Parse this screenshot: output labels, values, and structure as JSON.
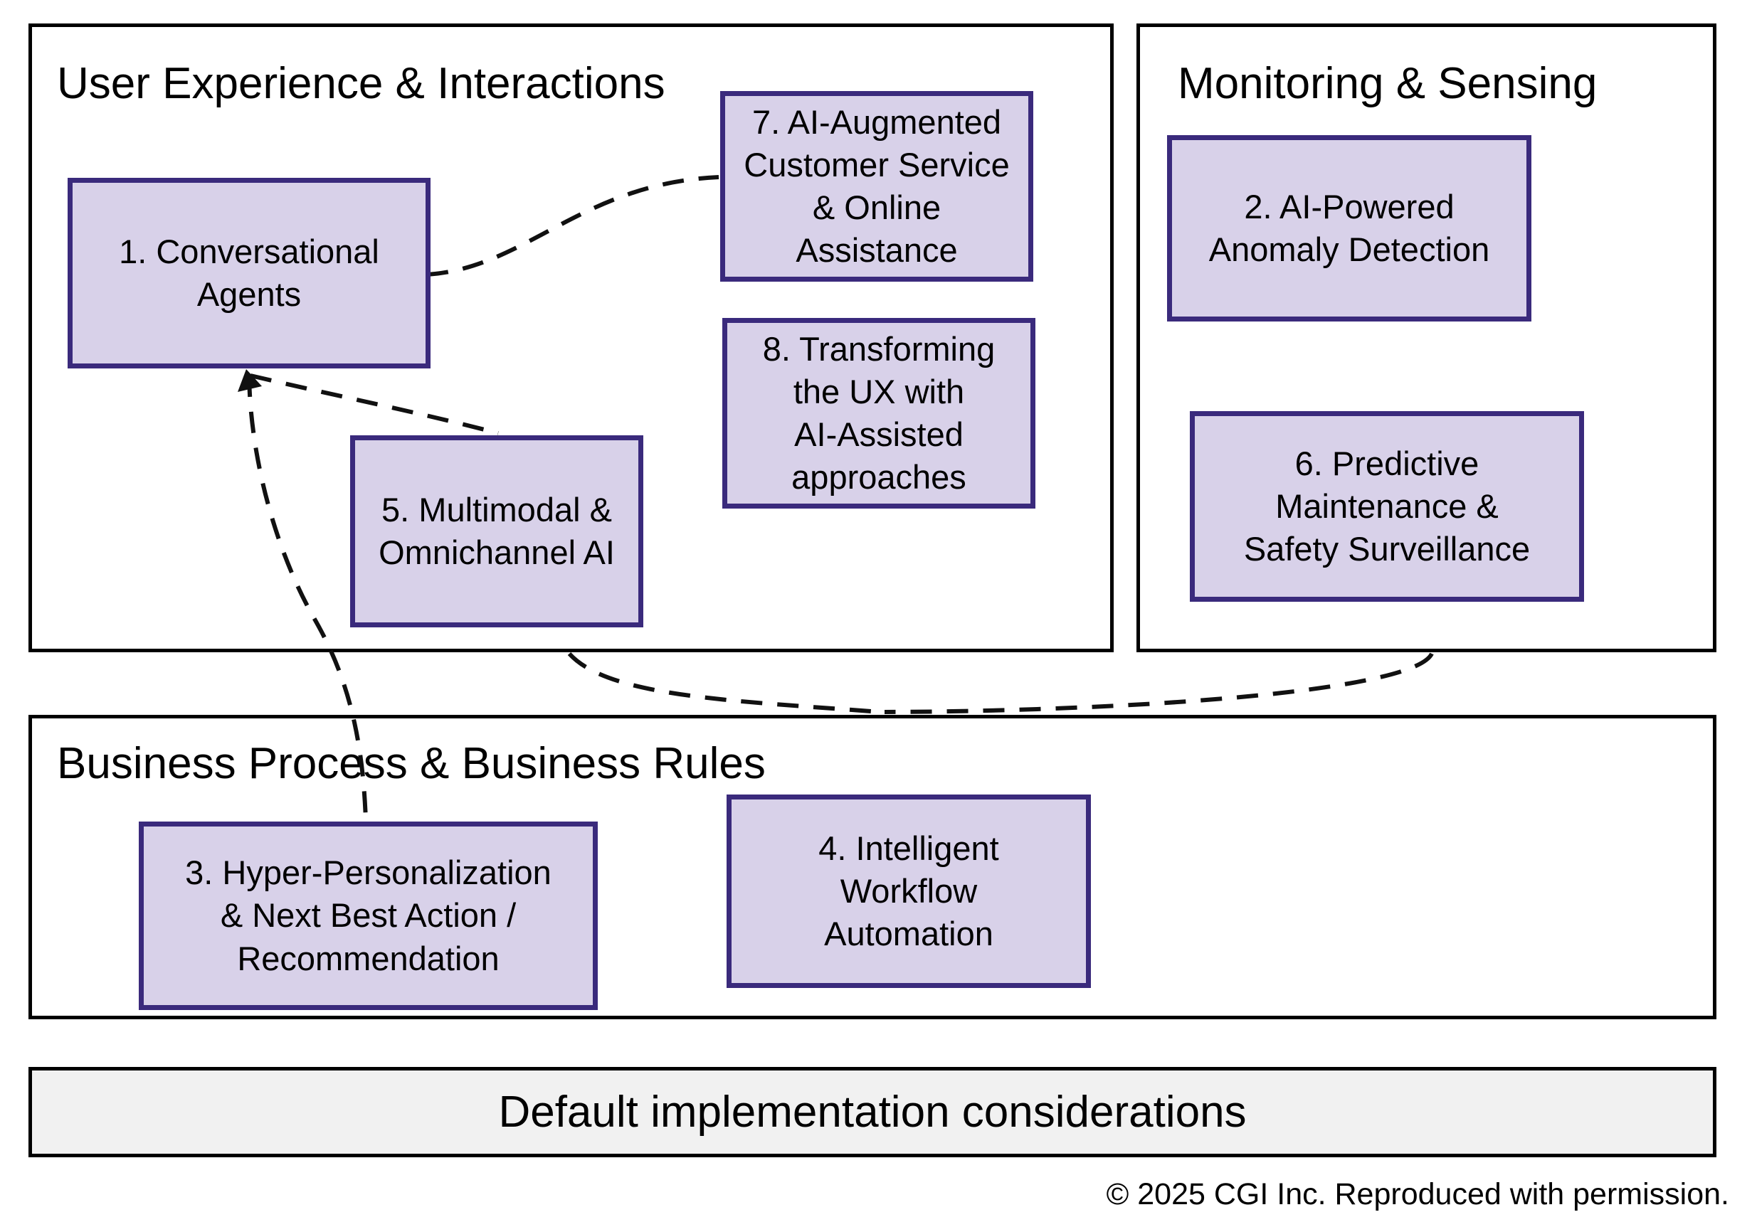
{
  "diagram": {
    "type": "grouped-capability-diagram",
    "colors": {
      "background": "#ffffff",
      "box_fill": "#d8d1e9",
      "box_border": "#3a2a7c",
      "container_border": "#000000",
      "bar_fill": "#f1f1f1",
      "connector": "#111111",
      "text": "#000000"
    },
    "sections": {
      "ux": {
        "title": "User Experience & Interactions"
      },
      "monitoring": {
        "title": "Monitoring & Sensing"
      },
      "business": {
        "title": "Business Process & Business Rules"
      }
    },
    "boxes": {
      "b1": {
        "label": "1. Conversational\nAgents",
        "section": "ux"
      },
      "b2": {
        "label": "2. AI-Powered\nAnomaly Detection",
        "section": "monitoring"
      },
      "b3": {
        "label": "3. Hyper-Personalization\n& Next Best Action /\nRecommendation",
        "section": "business"
      },
      "b4": {
        "label": "4. Intelligent\nWorkflow\nAutomation",
        "section": "business"
      },
      "b5": {
        "label": "5. Multimodal &\nOmnichannel AI",
        "section": "ux"
      },
      "b6": {
        "label": "6. Predictive\nMaintenance &\nSafety Surveillance",
        "section": "monitoring"
      },
      "b7": {
        "label": "7. AI-Augmented\nCustomer Service\n& Online\nAssistance",
        "section": "ux"
      },
      "b8": {
        "label": "8. Transforming\nthe UX with\nAI-Assisted\napproaches",
        "section": "ux"
      }
    },
    "connectors": [
      {
        "from": "b1",
        "to": "b7",
        "style": "dashed-curve"
      },
      {
        "from": "b1",
        "to": "b5",
        "style": "dashed-curve"
      },
      {
        "from": "b1",
        "to": "b3",
        "style": "dashed-curve"
      },
      {
        "from": "ux-section-bottom",
        "to": "business-section-top",
        "style": "dashed-curve"
      },
      {
        "from": "monitoring-section-bottom",
        "to": "business-section-top",
        "style": "dashed-curve"
      }
    ],
    "footer": {
      "bar_label": "Default implementation considerations",
      "copyright": "© 2025 CGI Inc. Reproduced with permission."
    }
  }
}
